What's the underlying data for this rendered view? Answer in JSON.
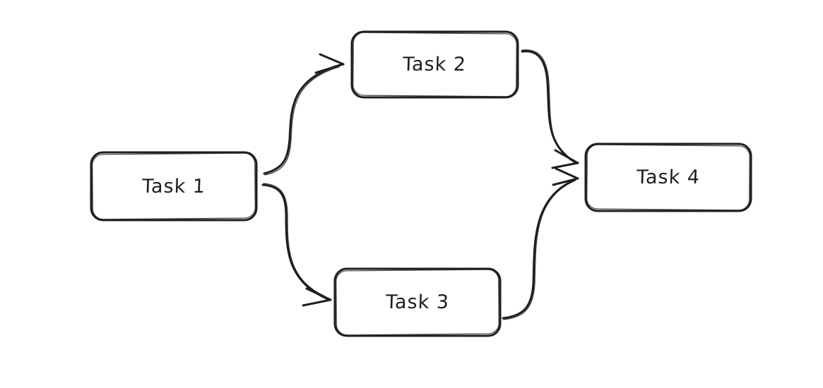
{
  "diagram": {
    "background_color": "#ffffff",
    "stroke_color": "#1e1e1e",
    "style": "hand-drawn",
    "nodes": [
      {
        "id": "task1",
        "label": "Task 1"
      },
      {
        "id": "task2",
        "label": "Task 2"
      },
      {
        "id": "task3",
        "label": "Task 3"
      },
      {
        "id": "task4",
        "label": "Task 4"
      }
    ],
    "edges": [
      {
        "from": "task1",
        "to": "task2"
      },
      {
        "from": "task1",
        "to": "task3"
      },
      {
        "from": "task2",
        "to": "task4"
      },
      {
        "from": "task3",
        "to": "task4"
      }
    ]
  }
}
